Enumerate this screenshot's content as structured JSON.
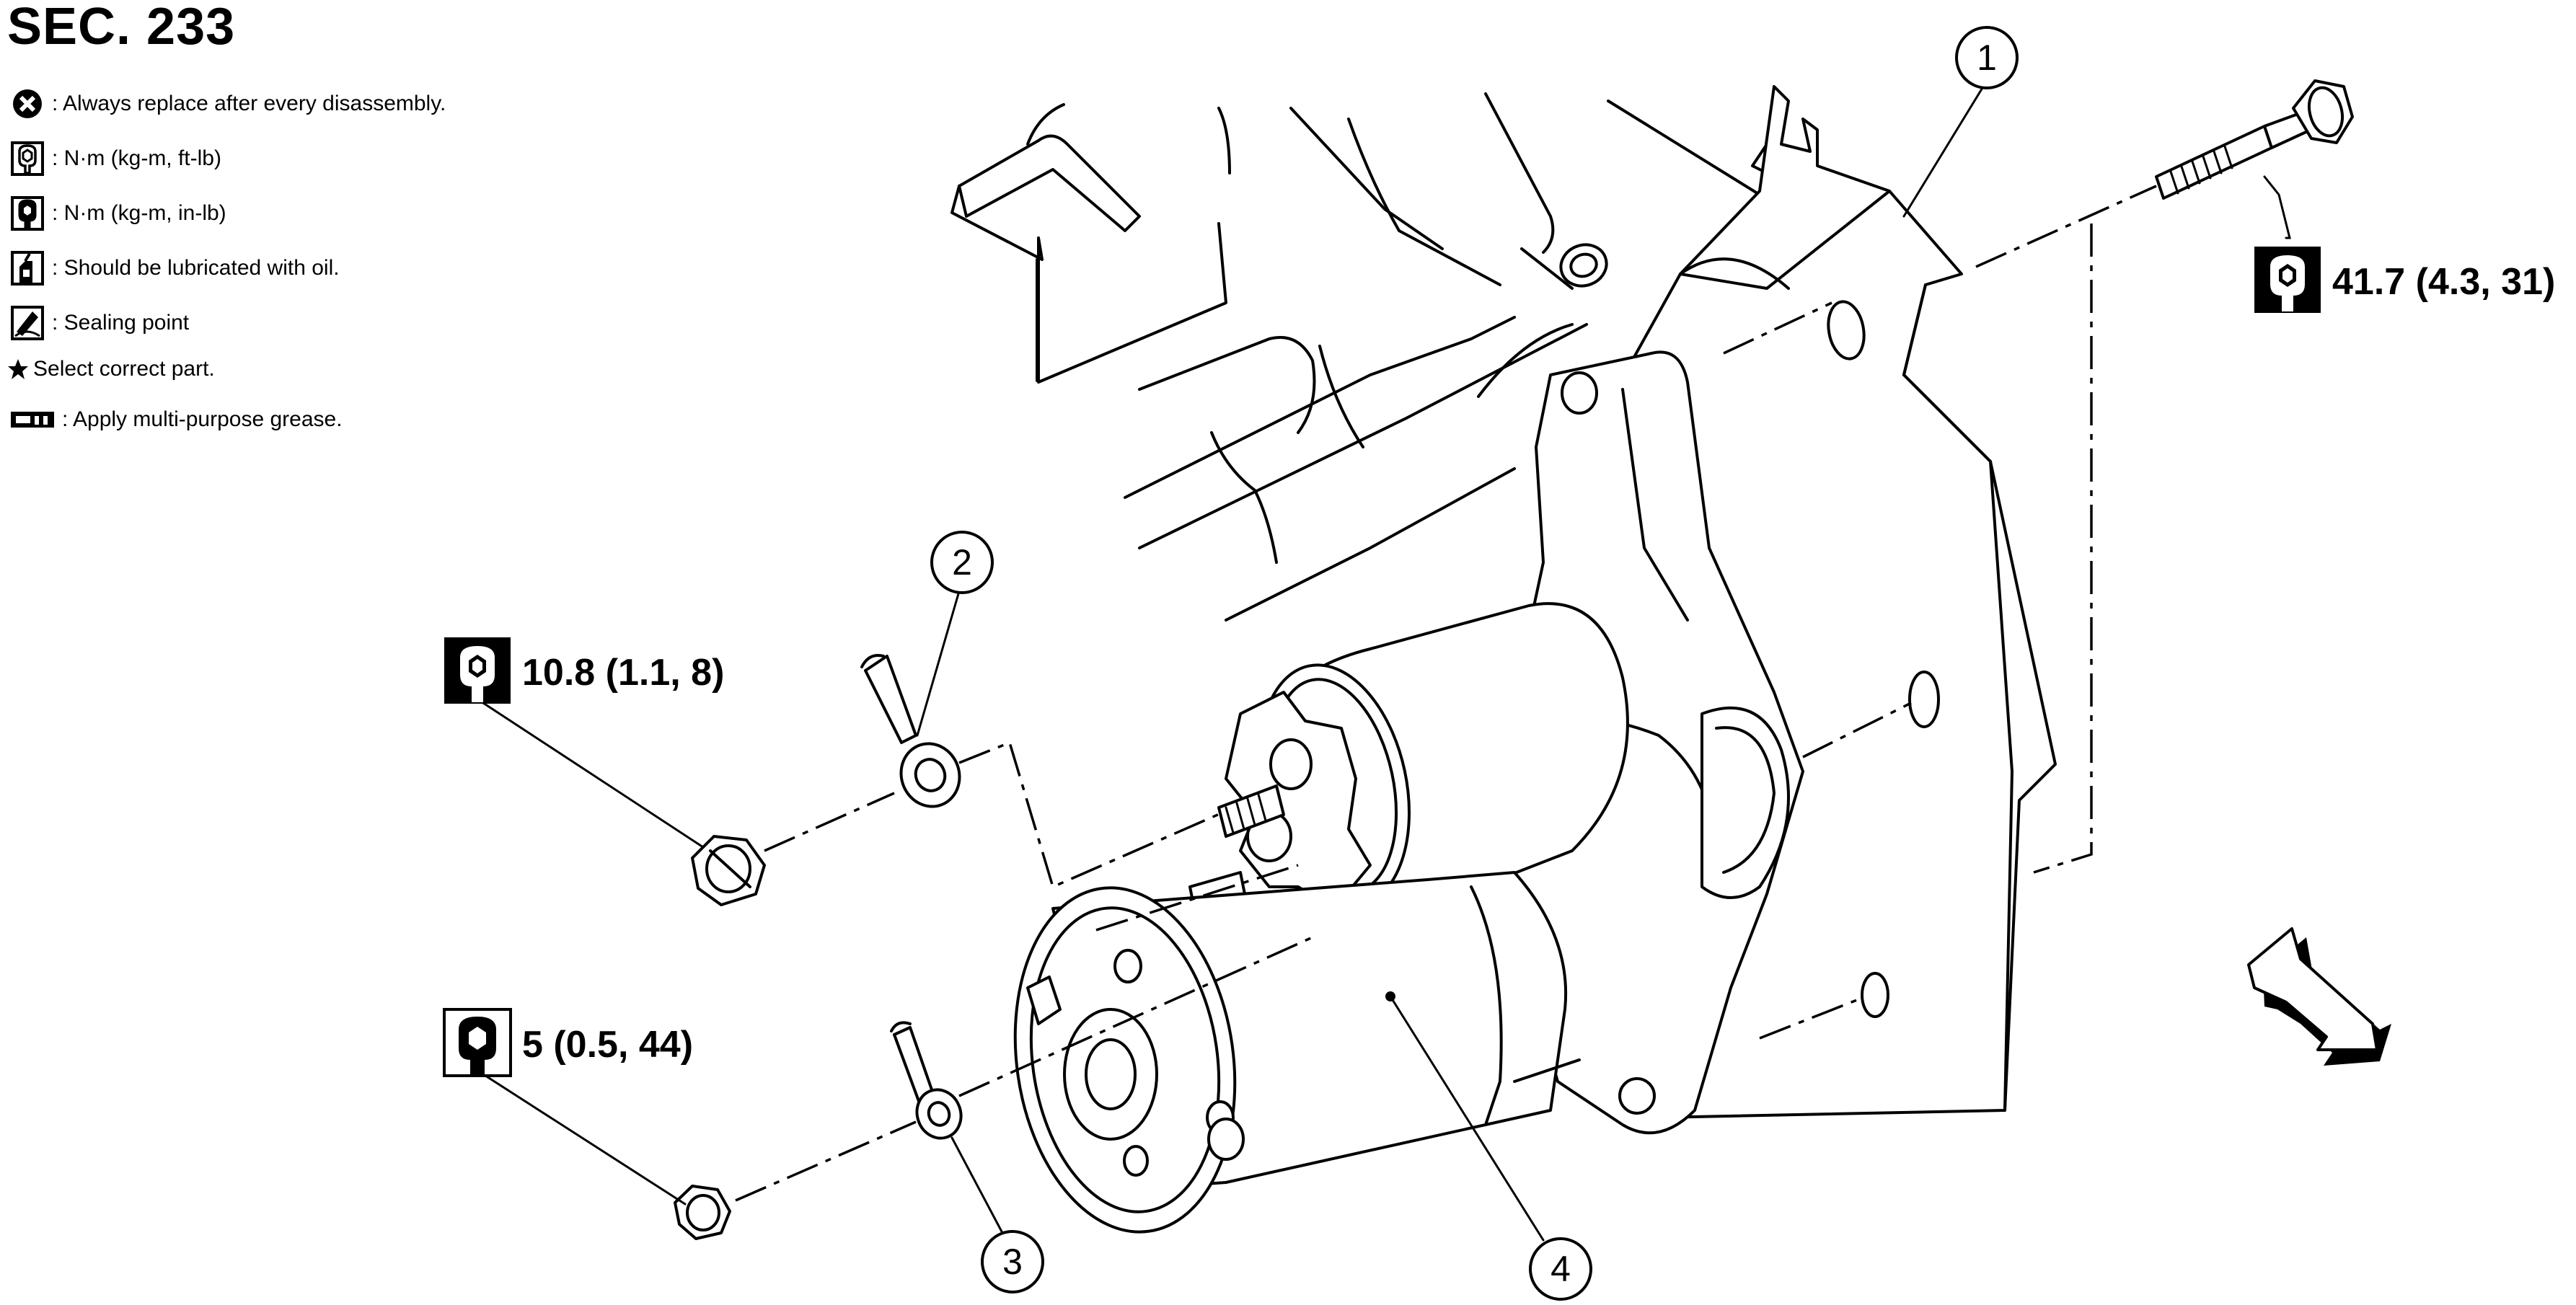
{
  "section_label": "SEC. 233",
  "legend": [
    {
      "icon": "always-replace-icon",
      "text": ": Always replace after every disassembly."
    },
    {
      "icon": "torque-wrench-ft-lb-icon",
      "text": ": N·m (kg-m, ft-lb)"
    },
    {
      "icon": "torque-wrench-in-lb-icon",
      "text": ": N·m (kg-m, in-lb)"
    },
    {
      "icon": "oil-can-icon",
      "text": ": Should be lubricated with oil."
    },
    {
      "icon": "sealing-point-icon",
      "text": ": Sealing point"
    },
    {
      "icon": "star-icon",
      "text": "Select correct part."
    },
    {
      "icon": "grease-icon",
      "text": ": Apply multi-purpose grease."
    }
  ],
  "torques": {
    "bolt": "41.7 (4.3, 31)",
    "terminal_nut_large": "10.8 (1.1, 8)",
    "terminal_nut_small": "5 (0.5, 44)"
  },
  "callouts": {
    "c1": "1",
    "c2": "2",
    "c3": "3",
    "c4": "4"
  }
}
